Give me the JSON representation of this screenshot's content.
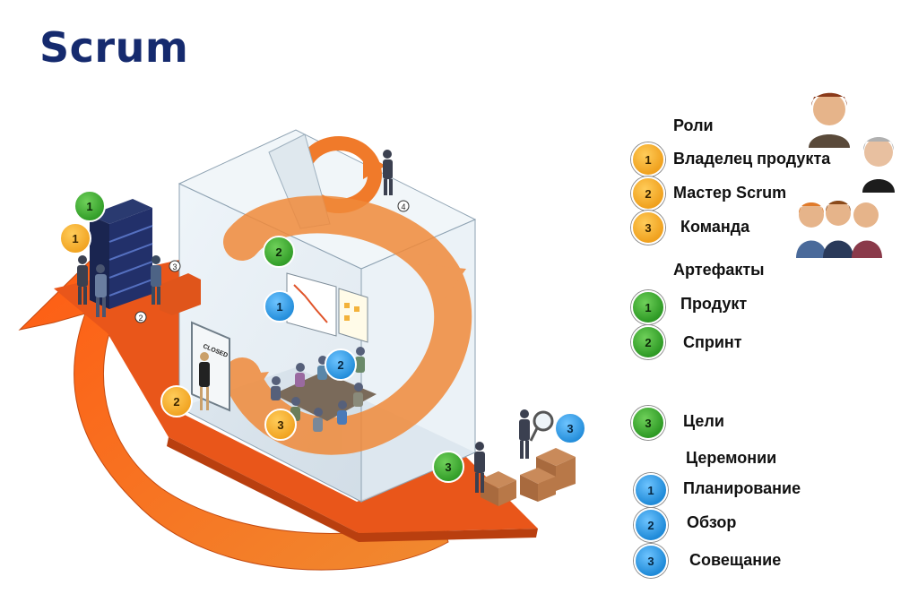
{
  "title": "Scrum",
  "legend": {
    "roles": {
      "heading": "Роли",
      "items": [
        {
          "num": "1",
          "label": "Владелец продукта"
        },
        {
          "num": "2",
          "label": "Мастер  Scrum"
        },
        {
          "num": "3",
          "label": "Команда"
        }
      ]
    },
    "artifacts": {
      "heading": "Артефакты",
      "items": [
        {
          "num": "1",
          "label": "Продукт"
        },
        {
          "num": "2",
          "label": "Спринт"
        }
      ]
    },
    "goals": {
      "num": "3",
      "label": "Цели"
    },
    "ceremonies": {
      "heading": "Церемонии",
      "items": [
        {
          "num": "1",
          "label": "Планирование"
        },
        {
          "num": "2",
          "label": "Обзор"
        },
        {
          "num": "3",
          "label": "Совещание"
        }
      ]
    }
  },
  "scene": {
    "door_sign": "CLOSED",
    "badges": [
      {
        "num": "1",
        "color": "green"
      },
      {
        "num": "1",
        "color": "orange"
      },
      {
        "num": "2",
        "color": "green"
      },
      {
        "num": "1",
        "color": "blue"
      },
      {
        "num": "2",
        "color": "blue"
      },
      {
        "num": "2",
        "color": "orange"
      },
      {
        "num": "3",
        "color": "orange"
      },
      {
        "num": "3",
        "color": "green"
      },
      {
        "num": "3",
        "color": "blue"
      }
    ],
    "small_markers": [
      "2",
      "3",
      "4"
    ]
  },
  "colors": {
    "title": "#152a6e",
    "orange": "#f0a11e",
    "green": "#2e9a25",
    "blue": "#1f8ad8",
    "arrow": "#f26a1b",
    "platform": "#e8571a"
  },
  "icons": [
    "person-icon",
    "box-stack-icon",
    "server-stack-icon",
    "whiteboard-icon",
    "magnifier-icon",
    "cycle-arrow-icon",
    "return-arrow-icon"
  ]
}
